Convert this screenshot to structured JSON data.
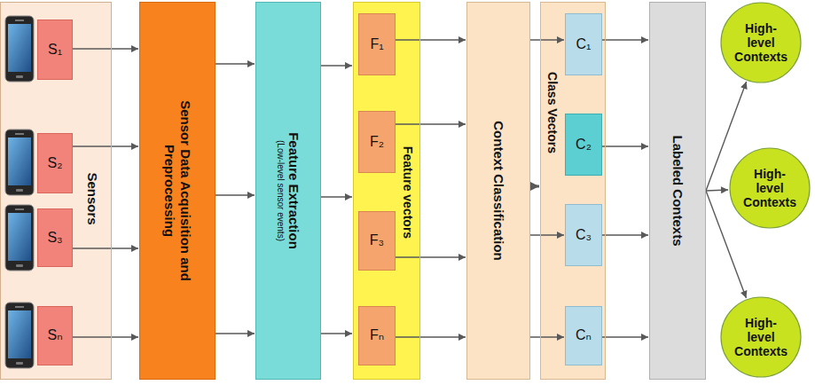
{
  "diagram": {
    "nodes": [
      {
        "text": [
          "Sensors"
        ]
      },
      {
        "text": [
          "S₁"
        ],
        "in": 0
      },
      {
        "text": [
          "S₂"
        ],
        "in": 0
      },
      {
        "text": [
          "S₃"
        ],
        "in": 0
      },
      {
        "text": [
          "Sₙ"
        ],
        "in": 0
      },
      {
        "text": [
          "Sensor Data Acquisition and Preprocessing"
        ]
      },
      {
        "text": [
          "Feature Extraction",
          "(Low-level sensor events)"
        ]
      },
      {
        "text": [
          "Feature vectors"
        ]
      },
      {
        "text": [
          "F₁"
        ],
        "in": 7
      },
      {
        "text": [
          "F₂"
        ],
        "in": 7
      },
      {
        "text": [
          "F₃"
        ],
        "in": 7
      },
      {
        "text": [
          "Fₙ"
        ],
        "in": 7
      },
      {
        "text": [
          "Context Classification"
        ]
      },
      {
        "text": [
          "Class Vectors"
        ]
      },
      {
        "text": [
          "C₁"
        ],
        "in": 13
      },
      {
        "text": [
          "C₂"
        ],
        "in": 13
      },
      {
        "text": [
          "C₃"
        ],
        "in": 13
      },
      {
        "text": [
          "Cₙ"
        ],
        "in": 13
      },
      {
        "text": [
          "Labeled Contexts"
        ]
      },
      {
        "text": [
          "High-level Contexts"
        ]
      },
      {
        "text": [
          "High-level Contexts"
        ]
      },
      {
        "text": [
          "High-level Contexts"
        ]
      }
    ],
    "edges": [
      {
        "from": 1,
        "to": 5,
        "arrow": "to"
      },
      {
        "from": 2,
        "to": 5,
        "arrow": "to"
      },
      {
        "from": 3,
        "to": 5,
        "arrow": "to"
      },
      {
        "from": 4,
        "to": 5,
        "arrow": "to"
      },
      {
        "from": 5,
        "to": 6,
        "arrow": "to"
      },
      {
        "from": 5,
        "to": 6,
        "arrow": "to"
      },
      {
        "from": 5,
        "to": 6,
        "arrow": "to"
      },
      {
        "from": 6,
        "to": 7,
        "arrow": "to"
      },
      {
        "from": 6,
        "to": 7,
        "arrow": "to"
      },
      {
        "from": 6,
        "to": 7,
        "arrow": "to"
      },
      {
        "from": 8,
        "to": 12,
        "arrow": "to"
      },
      {
        "from": 9,
        "to": 12,
        "arrow": "to"
      },
      {
        "from": 10,
        "to": 12,
        "arrow": "to"
      },
      {
        "from": 11,
        "to": 12,
        "arrow": "to"
      },
      {
        "from": 12,
        "to": 13,
        "arrow": "to"
      },
      {
        "from": 12,
        "to": 14,
        "arrow": "to"
      },
      {
        "from": 12,
        "to": 16,
        "arrow": "to"
      },
      {
        "from": 12,
        "to": 17,
        "arrow": "to"
      },
      {
        "from": 14,
        "to": 18,
        "arrow": "to"
      },
      {
        "from": 15,
        "to": 18,
        "arrow": "to"
      },
      {
        "from": 16,
        "to": 18,
        "arrow": "to"
      },
      {
        "from": 17,
        "to": 18,
        "arrow": "to"
      },
      {
        "from": 18,
        "to": 19,
        "arrow": "to"
      },
      {
        "from": 18,
        "to": 20,
        "arrow": "to"
      },
      {
        "from": 18,
        "to": 21,
        "arrow": "to"
      }
    ]
  }
}
